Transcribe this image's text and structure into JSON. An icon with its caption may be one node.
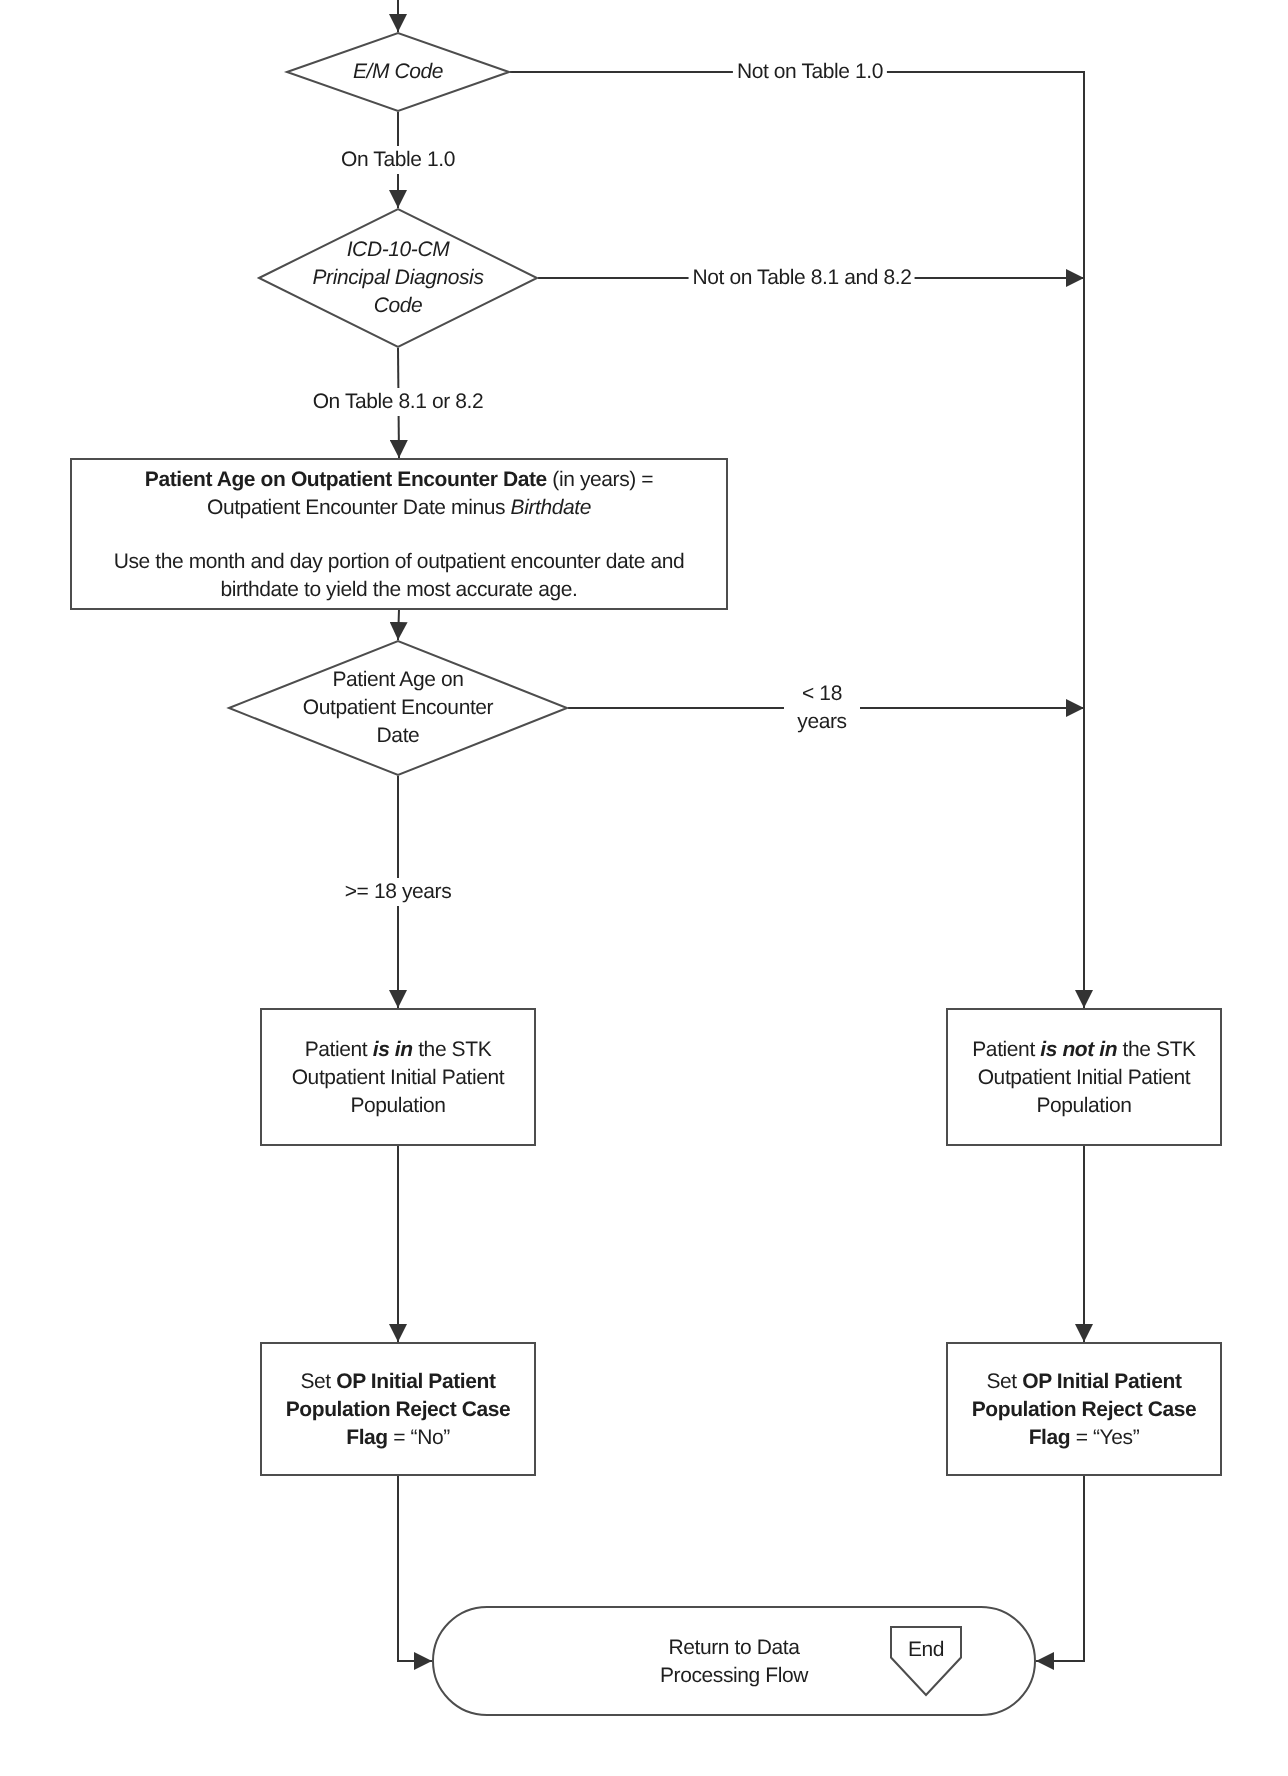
{
  "diagram": {
    "nodes": [
      {
        "text": [
          "E/M Code"
        ]
      },
      {
        "text": [
          "ICD-10-CM Principal Diagnosis Code"
        ]
      },
      {
        "text": [
          "**Patient Age on Outpatient Encounter Date** (in years) = Outpatient Encounter Date minus *Birthdate*",
          "Use the month and day portion of outpatient encounter date and birthdate to yield the most accurate age."
        ]
      },
      {
        "text": [
          "Patient Age on Outpatient Encounter Date"
        ]
      },
      {
        "text": [
          "Patient **is in** the STK Outpatient Initial Patient Population"
        ]
      },
      {
        "text": [
          "Patient **is not in** the STK Outpatient Initial Patient Population"
        ]
      },
      {
        "text": [
          "Set **OP Initial Patient Population Reject Case Flag** = “No”"
        ]
      },
      {
        "text": [
          "Set **OP Initial Patient Population Reject Case Flag** = “Yes”"
        ]
      },
      {
        "text": [
          "Return to Data Processing Flow"
        ]
      },
      {
        "text": [
          "End"
        ],
        "in": 8
      }
    ],
    "edges": [
      {
        "from": null,
        "to": 0,
        "arrow": "to"
      },
      {
        "from": 0,
        "to": 1,
        "arrow": "to",
        "label": "On Table 1.0"
      },
      {
        "from": 0,
        "to": 5,
        "arrow": "to",
        "label": "Not on Table 1.0"
      },
      {
        "from": 1,
        "to": 5,
        "arrow": "to",
        "label": "Not on Table 8.1 and 8.2"
      },
      {
        "from": 1,
        "to": 2,
        "arrow": "to",
        "label": "On Table 8.1 or 8.2"
      },
      {
        "from": 2,
        "to": 3,
        "arrow": "to"
      },
      {
        "from": 3,
        "to": 5,
        "arrow": "to",
        "label": "< 18 years"
      },
      {
        "from": 3,
        "to": 4,
        "arrow": "to",
        "label": ">= 18 years"
      },
      {
        "from": 4,
        "to": 6,
        "arrow": "to"
      },
      {
        "from": 5,
        "to": 7,
        "arrow": "to"
      },
      {
        "from": 6,
        "to": 8,
        "arrow": "to"
      },
      {
        "from": 7,
        "to": 8,
        "arrow": "to"
      }
    ]
  }
}
